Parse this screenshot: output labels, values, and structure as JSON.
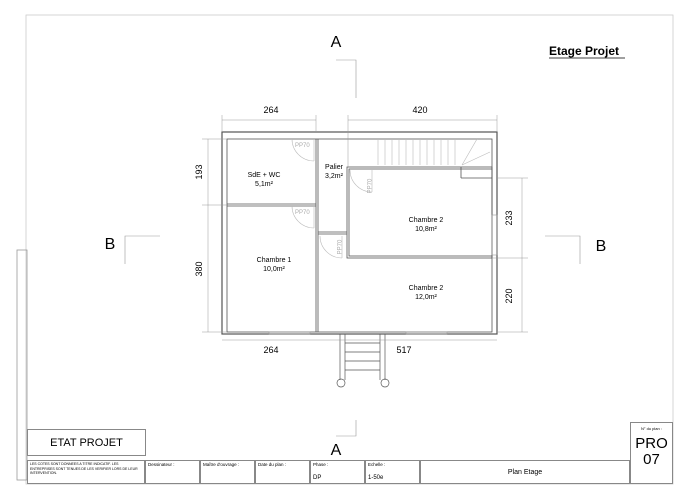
{
  "title": "Etage Projet",
  "sections": {
    "a_top": "A",
    "a_bottom": "A",
    "b_left": "B",
    "b_right": "B"
  },
  "rooms": [
    {
      "name": "SdE + WC",
      "area": "5,1m²"
    },
    {
      "name": "Palier",
      "area": "3,2m²"
    },
    {
      "name": "Chambre 2",
      "area": "10,8m²"
    },
    {
      "name": "Chambre 1",
      "area": "10,0m²"
    },
    {
      "name": "Chambre 2",
      "area": "12,0m²"
    }
  ],
  "doors": [
    "PP70",
    "PP70",
    "PP70",
    "PP70"
  ],
  "dimensions": {
    "top_left": "264",
    "top_right": "420",
    "left_top": "193",
    "left_bottom": "380",
    "right_top": "233",
    "right_bottom": "220",
    "bottom_left": "264",
    "bottom_right": "517"
  },
  "title_block": {
    "state": "ETAT PROJET",
    "note": "LES COTES SONT DONNEES A TITRE INDICATIF. LES ENTREPRISES SONT TENUES DE LES VERIFIER LORS DE LEUR INTERVENTION.",
    "designer_label": "Dessinateur :",
    "owner_label": "Maître d'ouvrage :",
    "date_label": "Date du plan :",
    "phase_label": "Phase :",
    "phase_value": "DP",
    "scale_label": "Echelle :",
    "scale_value": "1-50e",
    "plan_name": "Plan Etage",
    "plan_number_label": "N° du plan :",
    "plan_number_1": "PRO",
    "plan_number_2": "07"
  }
}
